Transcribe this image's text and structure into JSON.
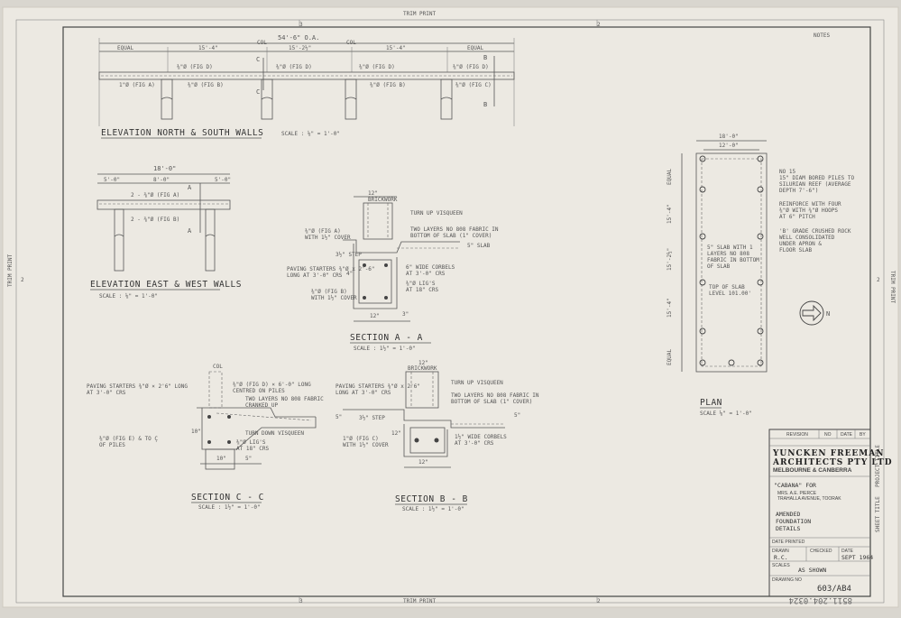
{
  "trim": {
    "top": "TRIM PRINT",
    "bottom": "TRIM PRINT",
    "left": "TRIM PRINT",
    "right": "TRIM PRINT"
  },
  "grid": {
    "top": [
      "3",
      "2"
    ],
    "bottom": [
      "3",
      "2"
    ],
    "left": [
      "2"
    ],
    "right": [
      "2"
    ]
  },
  "notes_label": "NOTES",
  "side_labels": {
    "sheet_title": "SHEET TITLE",
    "project_title": "PROJECT TITLE"
  },
  "elev_ns": {
    "title": "ELEVATION  NORTH  &  SOUTH  WALLS",
    "scale": "SCALE : ⅛\" = 1'-0\"",
    "overall": "54'-6\" O.A.",
    "dims": [
      "EQUAL",
      "15'-4\"",
      "15'-2½\"",
      "15'-4\"",
      "EQUAL"
    ],
    "col": [
      "COL",
      "COL"
    ],
    "sec": [
      "C",
      "C",
      "B",
      "B"
    ],
    "notes": [
      "⅜\"Ø (FIG D)",
      "⅜\"Ø (FIG D)",
      "⅜\"Ø (FIG D)",
      "⅜\"Ø (FIG D)",
      "1\"Ø (FIG A)",
      "⅜\"Ø (FIG B)",
      "⅜\"Ø (FIG B)",
      "⅜\"Ø (FIG C)"
    ]
  },
  "elev_ew": {
    "title": "ELEVATION  EAST & WEST  WALLS",
    "scale": "SCALE : ⅛\" = 1'-0\"",
    "dims": [
      "18'-0\"",
      "5'-0\"",
      "8'-0\"",
      "5'-0\""
    ],
    "sec": [
      "A",
      "A"
    ],
    "notes": [
      "2 - ⅜\"Ø (FIG A)",
      "2 - ⅜\"Ø (FIG B)"
    ]
  },
  "sec_aa": {
    "title": "SECTION  A - A",
    "scale": "SCALE : 1½\" = 1'-0\"",
    "notes": [
      "BRICKWORK",
      "TURN UP VISQUEEN",
      "TWO LAYERS  NO 808 FABRIC IN",
      "BOTTOM  OF SLAB  (1\" COVER)",
      "⅜\"Ø (FIG A)",
      "WITH 1½\" COVER",
      "5\" SLAB",
      "3½\" STEP",
      "PAVING STARTERS ⅜\"Ø x 2'-6\"",
      "LONG AT 3'-0\" CRS",
      "6\" WIDE CORBELS",
      "AT 3'-0\" CRS",
      "⅜\"Ø LIG'S",
      "AT 18\" CRS",
      "⅜\"Ø (FIG B)",
      "WITH 1½\" COVER",
      "12\"",
      "4\"",
      "12\"",
      "3\""
    ]
  },
  "sec_cc": {
    "title": "SECTION  C - C",
    "scale": "SCALE : 1½\" = 1'-0\"",
    "notes": [
      "COL",
      "⅜\"Ø (FIG D) × 6'-0\" LONG",
      "CENTRED ON PILES",
      "TWO LAYERS NO 808 FABRIC",
      "CRANKED UP",
      "PAVING STARTERS ⅜\"Ø × 2'6\" LONG",
      "AT 3'-0\" CRS",
      "⅜\"Ø (FIG E) & TO Ç",
      "OF PILES",
      "TURN DOWN VISQUEEN",
      "⅜\"Ø LIG'S",
      "AT 18\" CRS",
      "10\"",
      "5\"",
      "10\""
    ]
  },
  "sec_bb": {
    "title": "SECTION  B - B",
    "scale": "SCALE : 1½\" = 1'-0\"",
    "notes": [
      "BRICKWORK",
      "TURN UP VISQUEEN",
      "PAVING STARTERS ⅜\"Ø x 2'6\"",
      "LONG AT 3'-0\" CRS",
      "TWO LAYERS NO 808 FABRIC IN",
      "BOTTOM OF SLAB (1\" COVER)",
      "5\"",
      "3½\" STEP",
      "12\"",
      "1\"Ø (FIG C)",
      "WITH 1½\" COVER",
      "1½\" WIDE CORBELS",
      "AT 3'-0\" CRS",
      "5\"",
      "12\"",
      "12\""
    ]
  },
  "plan": {
    "title": "PLAN",
    "scale": "SCALE ⅛\" = 1'-0\"",
    "dims_top": [
      "18'-0\"",
      "12'-0\""
    ],
    "dims_side": [
      "EQUAL",
      "15'-4\"",
      "15'-2½\"",
      "15'-4\"",
      "EQUAL"
    ],
    "notes_right": [
      "NO 15",
      "15\" DIAM BORED PILES TO",
      "SILURIAN REEF (AVERAGE",
      "DEPTH 7'-6\")",
      "REINFORCE WITH FOUR",
      "⅜\"Ø WITH ⅜\"Ø HOOPS",
      "AT 6\" PITCH",
      "'B' GRADE CRUSHED ROCK",
      "WELL CONSOLIDATED",
      "UNDER APRON &",
      "FLOOR SLAB"
    ],
    "notes_inner": [
      "5\" SLAB WITH 1",
      "LAYERS NO 808",
      "FABRIC IN BOTTOM",
      "OF SLAB",
      "TOP OF SLAB",
      "LEVEL 101.00'"
    ],
    "north": "N"
  },
  "title_block": {
    "rev_headers": [
      "REVISION",
      "NO",
      "DATE",
      "BY"
    ],
    "firm": [
      "YUNCKEN  FREEMAN",
      "ARCHITECTS  PTY  LTD",
      "MELBOURNE  &  CANBERRA"
    ],
    "project": [
      "\"CABANA\"  FOR",
      "MRS.  A.E.  PIERCE",
      "TRAHALLA  AVENUE,  TOORAK"
    ],
    "sheet": [
      "AMENDED",
      "FOUNDATION",
      "DETAILS"
    ],
    "date_printed": "DATE PRINTED",
    "drawn_label": "DRAWN",
    "drawn": "R.C.",
    "checked_label": "CHECKED",
    "date_label": "DATE",
    "date": "SEPT 1964",
    "scales_label": "SCALES",
    "scales": "AS SHOWN",
    "drawing_label": "DRAWING NO",
    "drawing_no": "603/AB4"
  },
  "handwritten_mark": "8511.204.0324"
}
